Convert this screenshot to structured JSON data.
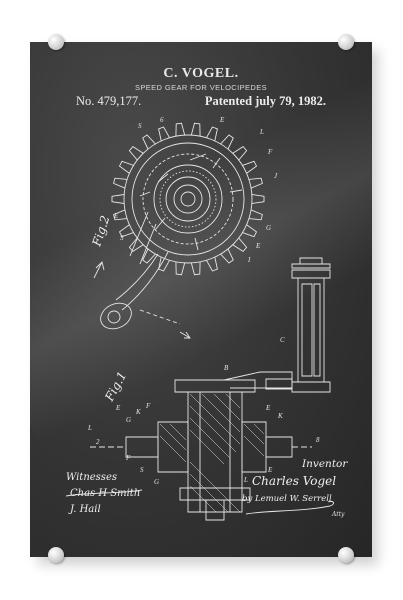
{
  "patent": {
    "inventor_heading": "C. VOGEL.",
    "subtitle": "SPEED GEAR FOR VELOCIPEDES",
    "number": "No. 479,177.",
    "date": "Patented july 79, 1982."
  },
  "labels": {
    "fig1": "Fig.1",
    "fig2": "Fig.2",
    "witnesses": "Witnesses",
    "witness_sig_1": "Chas H Smith",
    "witness_sig_2": "J. Hail",
    "inventor": "Inventor",
    "inventor_sig": "Charles Vogel",
    "attorney_sig": "by Lemuel W. Serrell",
    "attorney_abbr": "Atty"
  },
  "colors": {
    "chalkboard": "#343434",
    "line": "#e6e6e6",
    "frame_background": "#ffffff"
  }
}
